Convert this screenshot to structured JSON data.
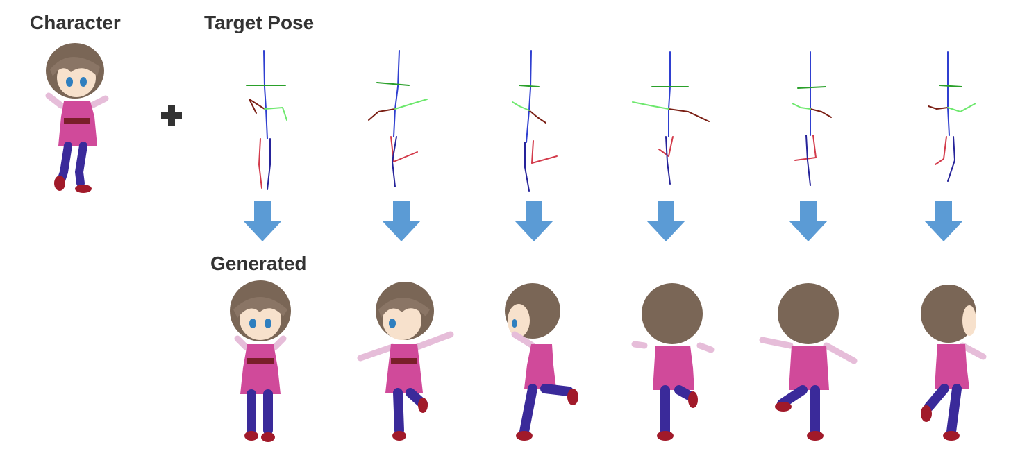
{
  "labels": {
    "character": "Character",
    "target_pose": "Target Pose",
    "generated": "Generated"
  },
  "colors": {
    "label_text": "#333333",
    "arrow": "#5b9bd5",
    "spine": "#2f3fd0",
    "shoulders": "#2aa02a",
    "left_arm": "#7a1f14",
    "right_arm": "#6ee86e",
    "left_leg": "#d33b4b",
    "right_leg": "#26239a",
    "hair": "#7a6656",
    "dress": "#d04a9a",
    "stockings": "#3a2a9a",
    "shoes": "#a11a2a",
    "skin": "#f7e1cc"
  },
  "icons": {
    "plus": "plus-icon",
    "arrow": "down-arrow-icon"
  },
  "pose_count": 6,
  "generated_count": 6
}
